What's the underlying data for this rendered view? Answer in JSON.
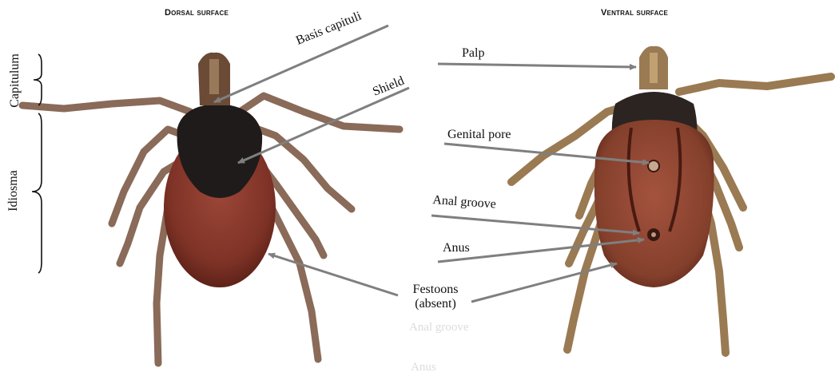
{
  "headings": {
    "dorsal": "Dorsal surface",
    "ventral": "Ventral surface"
  },
  "side_labels": {
    "capitulum": "Capitulum",
    "idiosma": "Idiosma"
  },
  "labels": {
    "basis_capituli": "Basis capituli",
    "shield": "Shield",
    "palp": "Palp",
    "genital_pore": "Genital pore",
    "anal_groove": "Anal groove",
    "anus": "Anus",
    "festoons_line1": "Festoons",
    "festoons_line2": "(absent)"
  },
  "ghost_labels": {
    "anal_groove": "Anal groove",
    "anus": "Anus"
  },
  "colors": {
    "arrow": "#7f7f7f",
    "leg": "#8a6a58",
    "leg_dark": "#6e5142",
    "body_red": "#8e3a2c",
    "body_red_dark": "#5e2218",
    "shield_black": "#1f1b1a",
    "palp_tan": "#9a7a52"
  }
}
